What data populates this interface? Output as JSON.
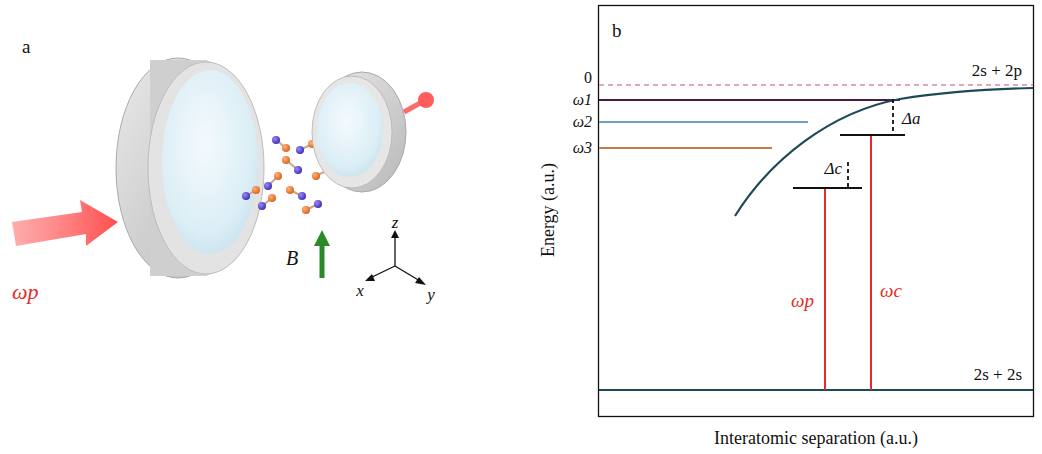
{
  "diagram": {
    "labels": [
      "a",
      "ωp",
      "B⃗",
      "z",
      "x",
      "y",
      "b",
      "0",
      "ω1",
      "ω2",
      "ω3",
      "2s + 2p",
      "Δa",
      "Δc",
      "ωp",
      "ωc",
      "Energy (a.u.)",
      "2s + 2s",
      "Interatomic separation (a.u.)"
    ]
  }
}
